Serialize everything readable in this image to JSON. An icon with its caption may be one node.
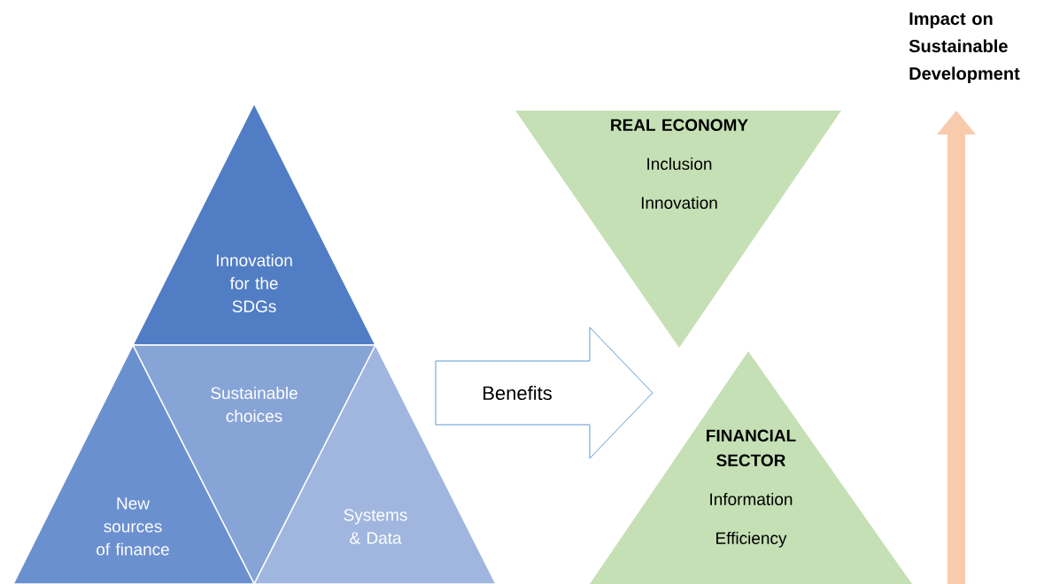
{
  "diagram": {
    "nodes": [
      {
        "text": [
          "Innovation for the SDGs"
        ]
      },
      {
        "text": [
          "Sustainable choices"
        ]
      },
      {
        "text": [
          "New sources of finance"
        ]
      },
      {
        "text": [
          "Systems & Data"
        ]
      },
      {
        "text": [
          "REAL ECONOMY",
          "Inclusion",
          "Innovation"
        ]
      },
      {
        "text": [
          "FINANCIAL SECTOR",
          "Information",
          "Efficiency"
        ]
      }
    ],
    "edges": [
      {
        "from": 3,
        "to": 4,
        "arrow": "to",
        "label": "Benefits"
      },
      {
        "from": 3,
        "to": 5,
        "arrow": "to"
      }
    ],
    "labels": [
      "Impact on Sustainable Development"
    ]
  }
}
